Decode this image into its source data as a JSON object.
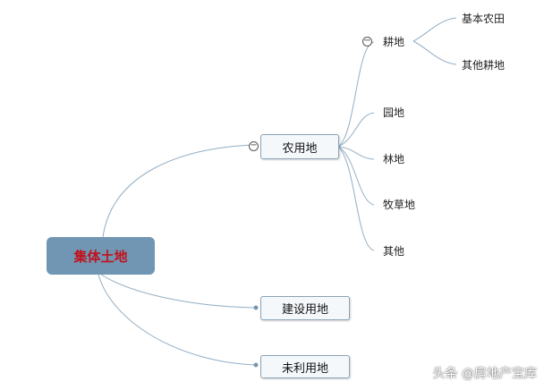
{
  "mindmap": {
    "root": {
      "label": "集体土地"
    },
    "branches": [
      {
        "label": "农用地",
        "children": [
          {
            "label": "耕地",
            "children": [
              {
                "label": "基本农田"
              },
              {
                "label": "其他耕地"
              }
            ]
          },
          {
            "label": "园地"
          },
          {
            "label": "林地"
          },
          {
            "label": "牧草地"
          },
          {
            "label": "其他"
          }
        ]
      },
      {
        "label": "建设用地"
      },
      {
        "label": "未利用地"
      }
    ],
    "collapse_symbol": "−"
  },
  "watermark": "头条 @房地产宝库",
  "colors": {
    "root_fill": "#7096b3",
    "root_text": "#c1121c",
    "line": "#94aec3",
    "box_border": "#8aa2b6"
  }
}
